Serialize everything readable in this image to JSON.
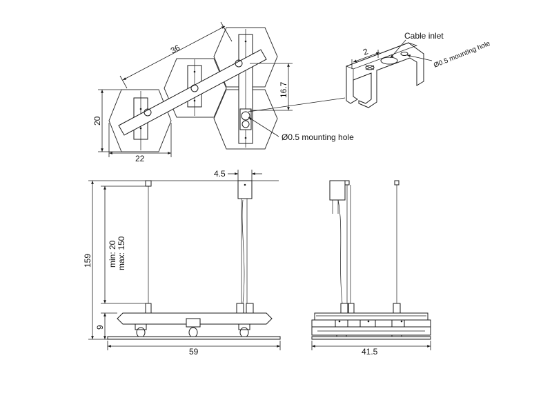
{
  "dimensions": {
    "top_length": "36",
    "top_width": "22",
    "top_height": "20",
    "top_offset": "16.7",
    "front_width": "59",
    "front_height": "159",
    "front_adjust_min": "min: 20",
    "front_adjust_max": "max: 150",
    "front_panel": "9",
    "front_bracket": "4.5",
    "side_width": "41.5",
    "bracket_width": "2"
  },
  "labels": {
    "mounting_hole_top": "Ø0.5 mounting hole",
    "cable_inlet": "Cable inlet",
    "mounting_hole_bracket": "Ø0.5 mounting hole"
  }
}
